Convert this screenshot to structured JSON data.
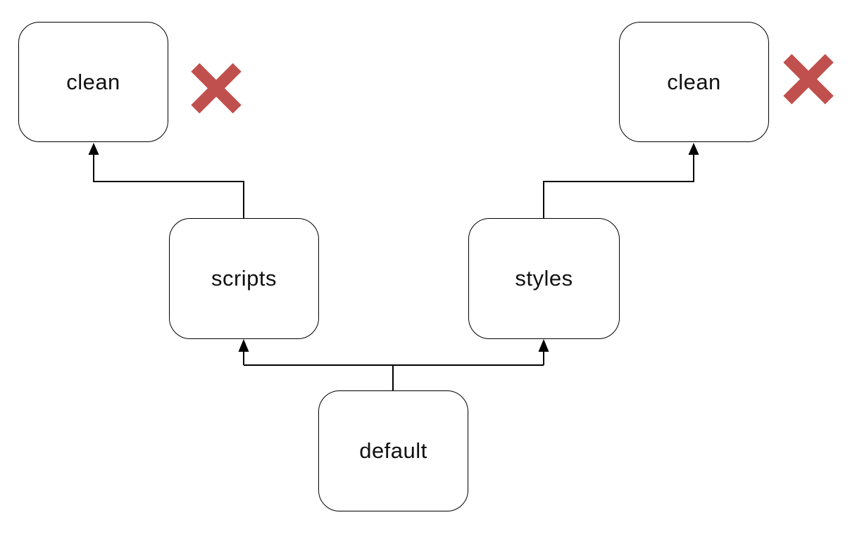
{
  "diagram": {
    "title": "build targets dependency diagram",
    "nodes": [
      {
        "id": "clean-left",
        "label": "clean"
      },
      {
        "id": "clean-right",
        "label": "clean"
      },
      {
        "id": "scripts",
        "label": "scripts"
      },
      {
        "id": "styles",
        "label": "styles"
      },
      {
        "id": "default",
        "label": "default"
      }
    ],
    "edges": [
      {
        "from": "scripts",
        "to": "clean-left"
      },
      {
        "from": "styles",
        "to": "clean-right"
      },
      {
        "from": "default",
        "to": "scripts"
      },
      {
        "from": "default",
        "to": "styles"
      }
    ],
    "annotations": [
      {
        "icon": "x-mark-icon",
        "attached_to": "clean-left"
      },
      {
        "icon": "x-mark-icon",
        "attached_to": "clean-right"
      }
    ],
    "colors": {
      "x_mark": "#c0504d",
      "node_border": "#000000",
      "node_fill": "#ffffff",
      "connector": "#000000",
      "background": "#ffffff"
    }
  }
}
